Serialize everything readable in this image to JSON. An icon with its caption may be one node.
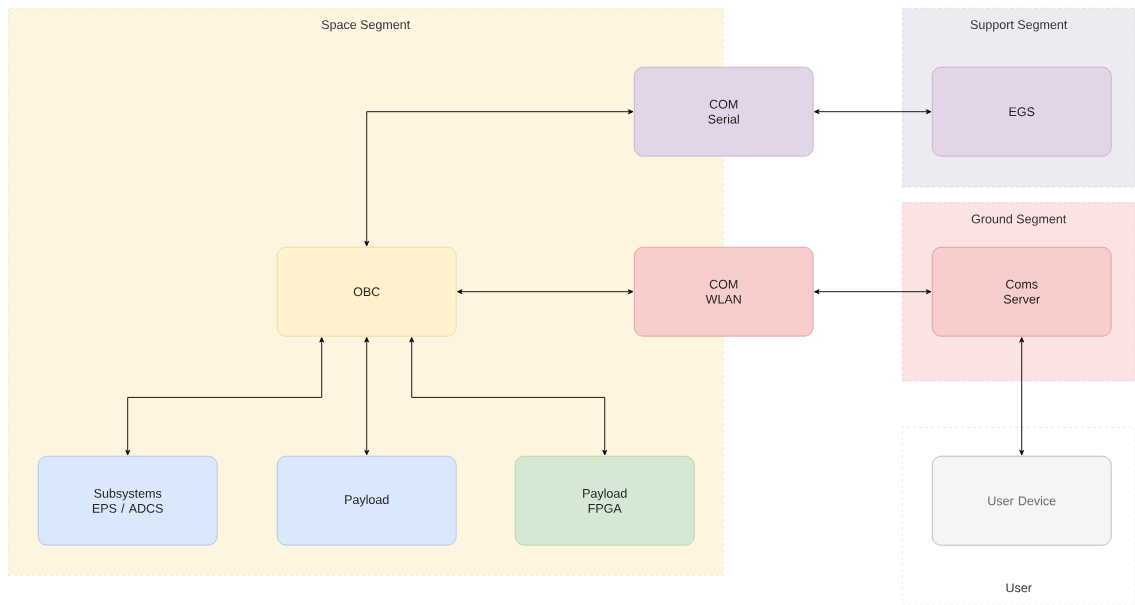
{
  "diagram": {
    "nodes": [
      {
        "text": [
          "Space Segment"
        ]
      },
      {
        "text": [
          "Support Segment"
        ]
      },
      {
        "text": [
          "Ground Segment"
        ]
      },
      {
        "text": [
          "User"
        ]
      },
      {
        "text": [
          "COM Serial"
        ]
      },
      {
        "text": [
          "EGS"
        ],
        "in": 1
      },
      {
        "text": [
          "OBC"
        ],
        "in": 0
      },
      {
        "text": [
          "COM WLAN"
        ]
      },
      {
        "text": [
          "Coms Server"
        ],
        "in": 2
      },
      {
        "text": [
          "Subsystems EPS / ADCS"
        ],
        "in": 0
      },
      {
        "text": [
          "Payload"
        ],
        "in": 0
      },
      {
        "text": [
          "Payload FPGA"
        ],
        "in": 0
      },
      {
        "text": [
          "User Device"
        ],
        "in": 3
      }
    ],
    "edges": [
      {
        "from": 6,
        "to": 4,
        "arrow": "both"
      },
      {
        "from": 4,
        "to": 5,
        "arrow": "both"
      },
      {
        "from": 6,
        "to": 7,
        "arrow": "both"
      },
      {
        "from": 7,
        "to": 8,
        "arrow": "both"
      },
      {
        "from": 8,
        "to": 12,
        "arrow": "both"
      },
      {
        "from": 6,
        "to": 9,
        "arrow": "both"
      },
      {
        "from": 6,
        "to": 10,
        "arrow": "both"
      },
      {
        "from": 6,
        "to": 11,
        "arrow": "both"
      }
    ]
  }
}
